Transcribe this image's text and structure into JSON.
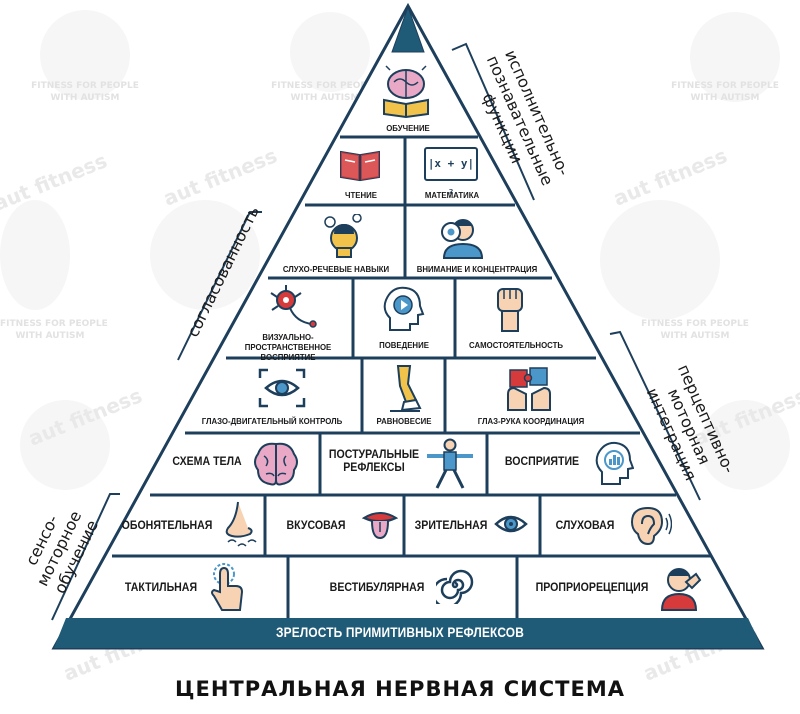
{
  "pyramid": {
    "top": [
      "обучение"
    ],
    "row2": [
      "чтение",
      "математика"
    ],
    "row3": [
      "слухо-речевые навыки",
      "внимание и концентрация"
    ],
    "row4": [
      "визуально-пространственное восприятие",
      "поведение",
      "самостоятельность"
    ],
    "row5": [
      "глазо-двигательный контроль",
      "равновесие",
      "глаз-рука координация"
    ],
    "row6": [
      "схема тела",
      "постуральные рефлексы",
      "восприятие"
    ],
    "row7": [
      "обонятельная",
      "вкусовая",
      "зрительная",
      "слуховая"
    ],
    "row8": [
      "тактильная",
      "вестибулярная",
      "проприорецепция"
    ],
    "base": "ЗРЕЛОСТЬ ПРИМИТИВНЫХ РЕФЛЕКСОВ"
  },
  "math_expr": "|x + y|²",
  "side_labels": {
    "executive": "исполнительно-познавательные функции",
    "coordination": "согласованность",
    "perceptual_motor": "перцептивно-моторная интеграция",
    "sensory_motor": "сенсо-моторное обучение"
  },
  "footer_title": "ЦЕНТРАЛЬНАЯ НЕРВНАЯ СИСТЕМА",
  "watermark": {
    "logo": "aut fitness",
    "line1": "FITNESS FOR PEOPLE",
    "line2": "WITH AUTISM"
  },
  "colors": {
    "navy": "#1f5b77",
    "outline": "#1d3f5c",
    "brain_pink": "#e9a9c6",
    "accent_yellow": "#f2c34a",
    "accent_blue": "#4b97c9",
    "accent_red": "#d63a3a"
  }
}
